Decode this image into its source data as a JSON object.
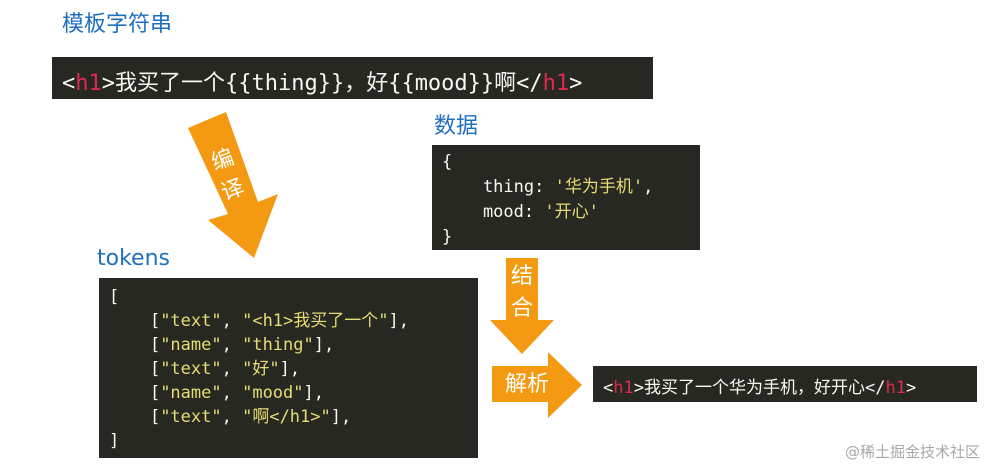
{
  "template": {
    "heading": "模板字符串",
    "code_parts": [
      "<",
      "h1",
      ">我买了一个{{thing}}，好{{mood}}啊</",
      "h1",
      ">"
    ]
  },
  "data": {
    "heading": "数据",
    "lines": [
      "{",
      "    thing: ",
      "'华为手机'",
      ",",
      "    mood: ",
      "'开心'",
      "}"
    ]
  },
  "tokens": {
    "heading": "tokens",
    "open": "[",
    "rows": [
      {
        "pre": "    [",
        "a": "\"text\"",
        "sep": ", ",
        "b": "\"<h1>我买了一个\"",
        "post": "],"
      },
      {
        "pre": "    [",
        "a": "\"name\"",
        "sep": ", ",
        "b": "\"thing\"",
        "post": "],"
      },
      {
        "pre": "    [",
        "a": "\"text\"",
        "sep": ", ",
        "b": "\"好\"",
        "post": "],"
      },
      {
        "pre": "    [",
        "a": "\"name\"",
        "sep": ", ",
        "b": "\"mood\"",
        "post": "],"
      },
      {
        "pre": "    [",
        "a": "\"text\"",
        "sep": ", ",
        "b": "\"啊</h1>\"",
        "post": "],"
      }
    ],
    "close": "]"
  },
  "result": {
    "code_parts": [
      "<",
      "h1",
      ">我买了一个华为手机，好开心</",
      "h1",
      ">"
    ]
  },
  "arrows": {
    "compile": [
      "编",
      "译"
    ],
    "combine": [
      "结",
      "合"
    ],
    "parse": "解析"
  },
  "watermark": "@稀土掘金技术社区",
  "colors": {
    "heading": "#1f6fbf",
    "code_bg": "#272822",
    "tag": "#e0284f",
    "string": "#e6db74",
    "arrow": "#f39a12"
  }
}
